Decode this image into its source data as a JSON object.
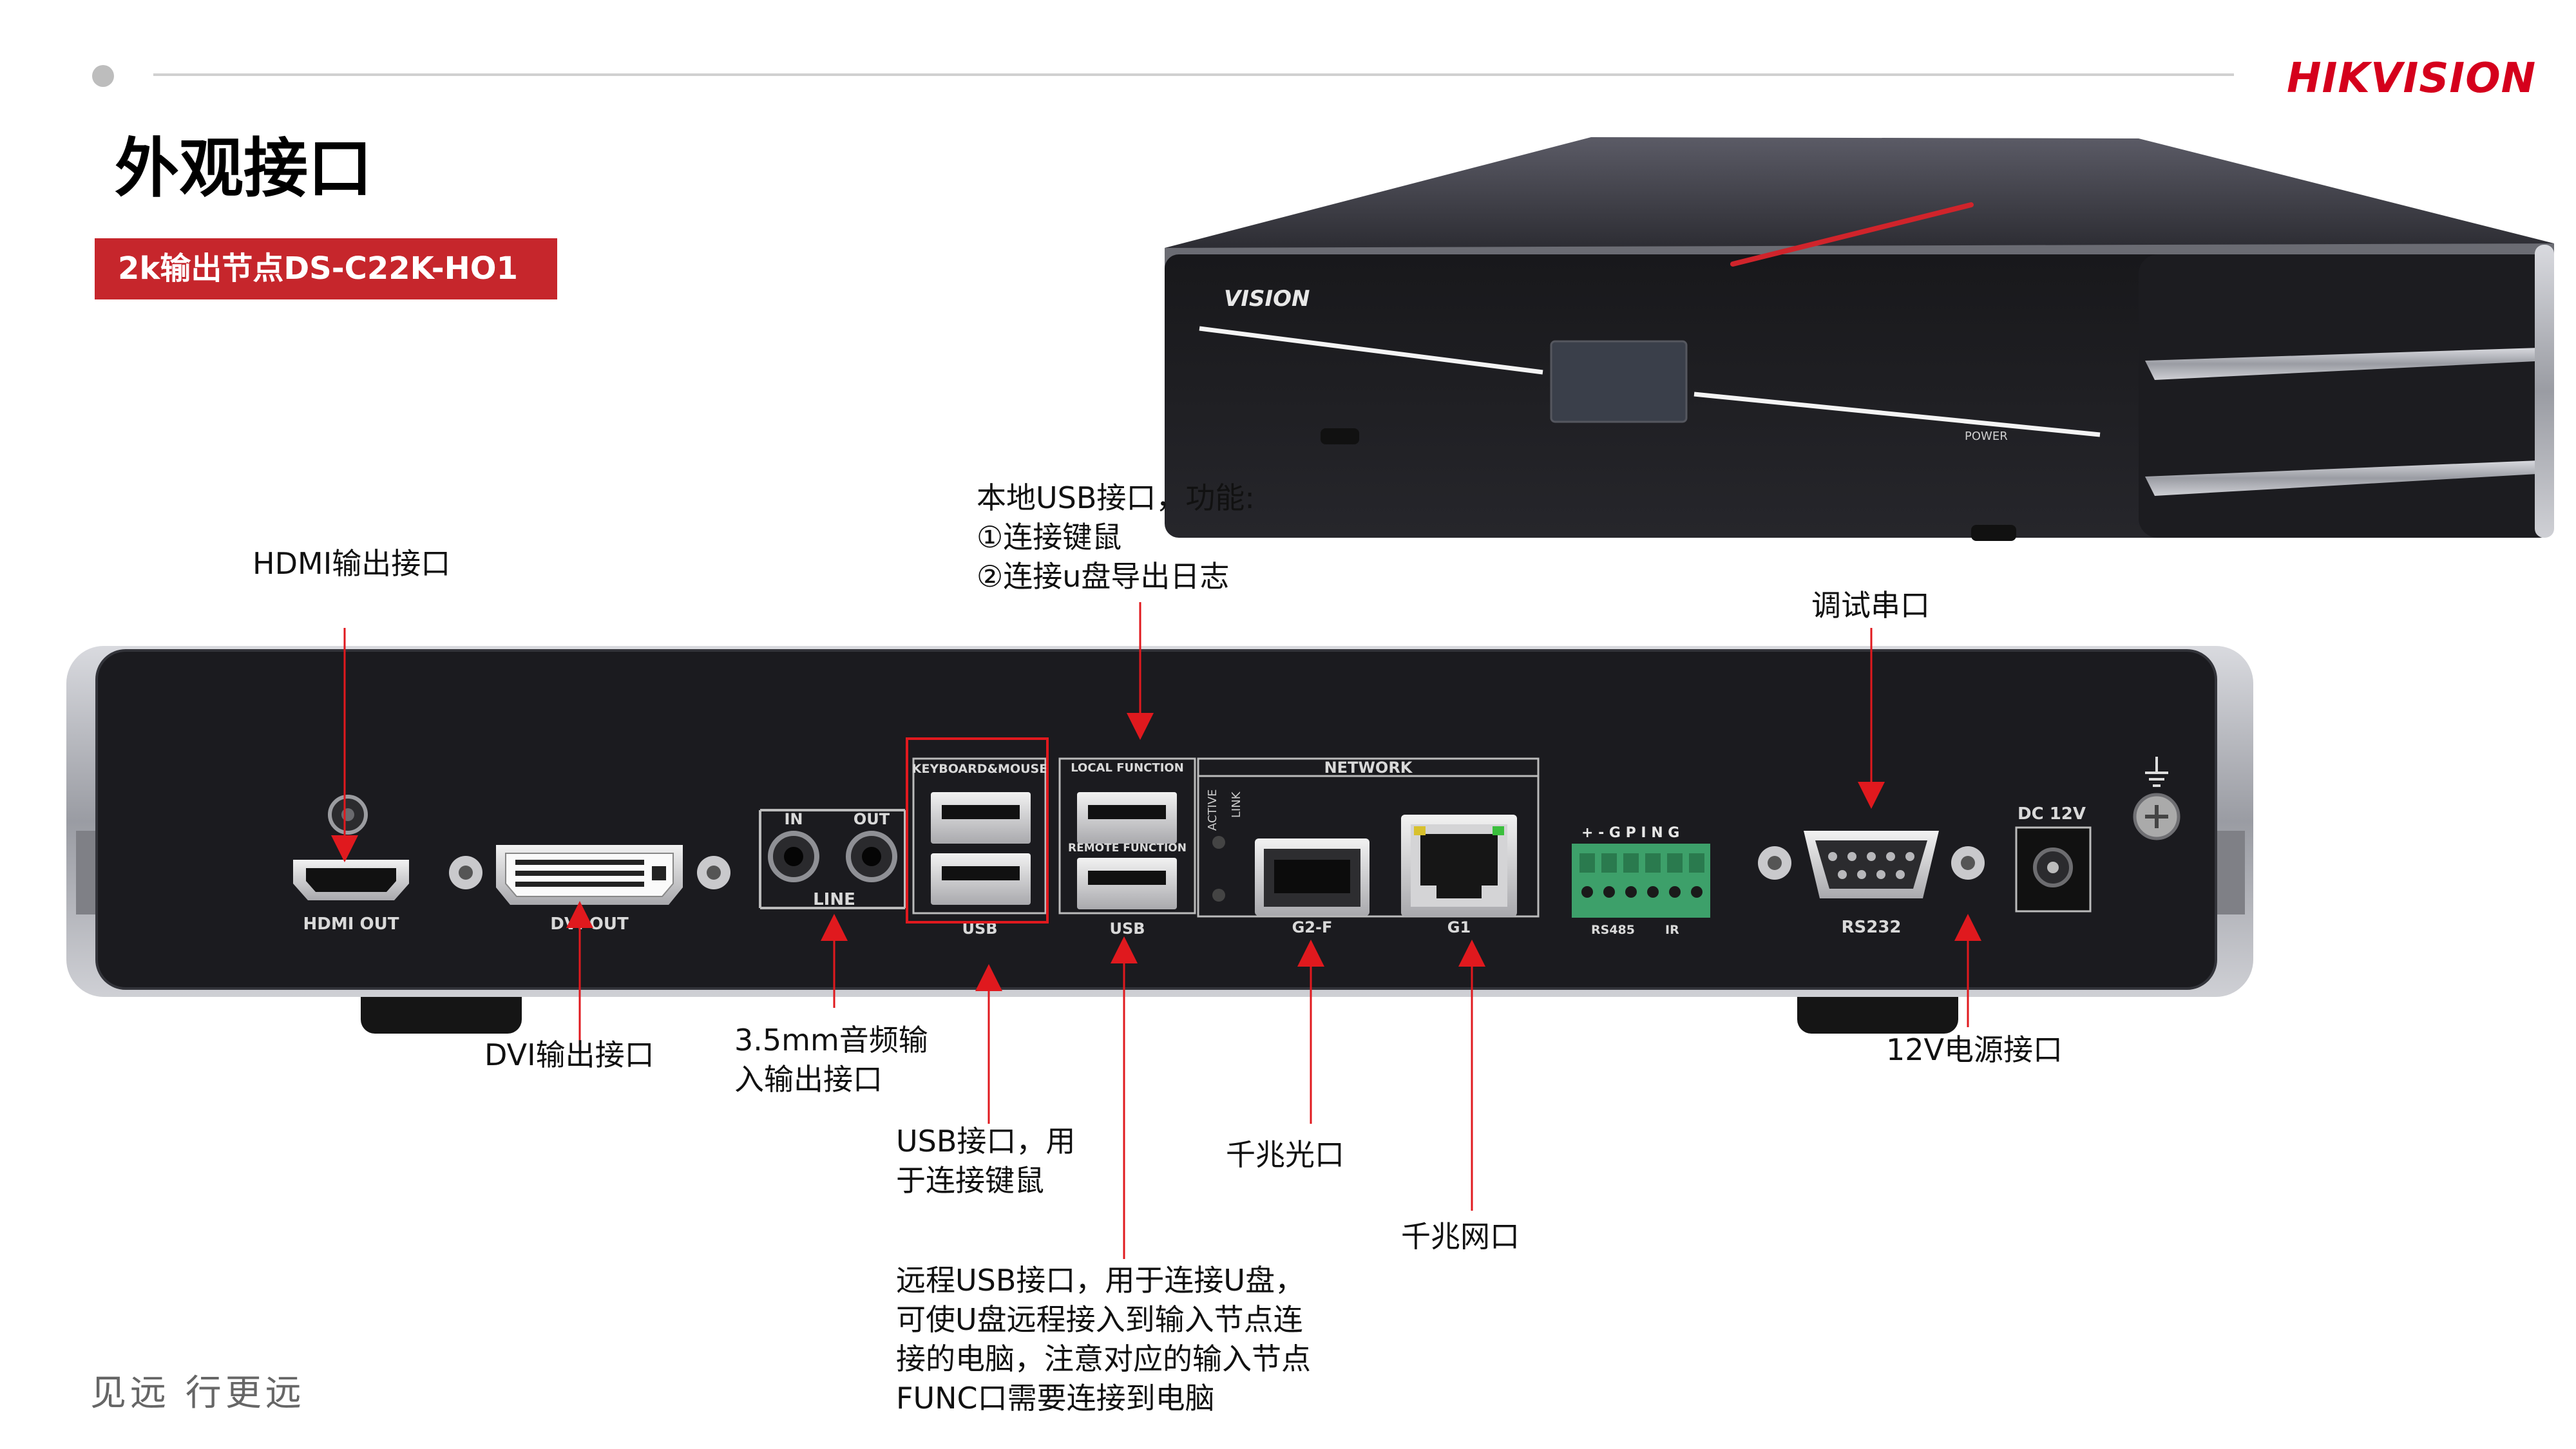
{
  "slide": {
    "title": "外观接口",
    "product_tag": "2k输出节点DS-C22K-HO1",
    "logo": "HIKVISION",
    "slogan": "见远 行更远"
  },
  "device_top": {
    "brand_mark": "VISION",
    "power_label": "POWER"
  },
  "rear_panel": {
    "hdmi": "HDMI OUT",
    "dvi": "DVI OUT",
    "line_in": "IN",
    "line_out": "OUT",
    "line": "LINE",
    "keyboard_mouse": "KEYBOARD&MOUSE",
    "usb_1": "USB",
    "local_function": "LOCAL FUNCTION",
    "remote_function": "REMOTE FUNCTION",
    "usb_2": "USB",
    "network": "NETWORK",
    "active": "ACTIVE",
    "link": "LINK",
    "g2f": "G2-F",
    "g1": "G1",
    "gpio": "+ - G P I N G",
    "rs485": "RS485",
    "ir": "IR",
    "rs232": "RS232",
    "dc": "DC 12V"
  },
  "callouts": {
    "hdmi": [
      "HDMI输出接口"
    ],
    "dvi": [
      "DVI输出接口"
    ],
    "audio": [
      "3.5mm音频输",
      "入输出接口"
    ],
    "local_usb": [
      "本地USB接口，功能:",
      "①连接键鼠",
      "②连接u盘导出日志"
    ],
    "usb_km": [
      "USB接口，用",
      "于连接键鼠"
    ],
    "remote_usb": [
      "远程USB接口，用于连接U盘，",
      "可使U盘远程接入到输入节点连",
      "接的电脑，注意对应的输入节点",
      "FUNC口需要连接到电脑"
    ],
    "fiber": [
      "千兆光口"
    ],
    "lan": [
      "千兆网口"
    ],
    "debug": [
      "调试串口"
    ],
    "power": [
      "12V电源接口"
    ]
  },
  "colors": {
    "accent": "#c6262c",
    "arrow": "#e0191e",
    "panel": "#1b1b1f"
  }
}
